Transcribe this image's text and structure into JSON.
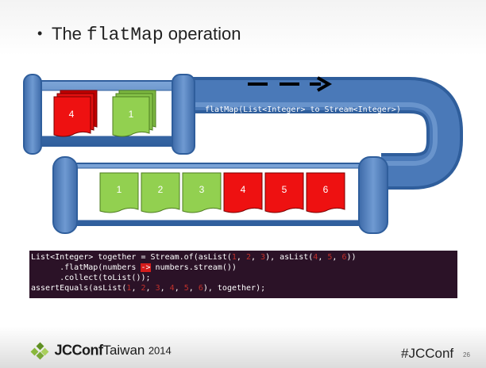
{
  "slide": {
    "bullet": "•",
    "title_prefix": "The ",
    "title_code": "flatMap",
    "title_suffix": " operation"
  },
  "pipeline": {
    "label": "flatMap(List<Integer> to Stream<Integer>)",
    "input_cards": [
      "4",
      "1"
    ],
    "output_cards": [
      "1",
      "2",
      "3",
      "4",
      "5",
      "6"
    ],
    "colors": {
      "pipe": "#4a79b8",
      "pipe_dark": "#2f5e9c",
      "pipe_light": "#7ea6d8",
      "red": "#ee1111",
      "green": "#92d050"
    }
  },
  "code": {
    "line1": {
      "a": "List<Integer> together = Stream.of(asList(",
      "n1": "1",
      "s1": ", ",
      "n2": "2",
      "s2": ", ",
      "n3": "3",
      "s3": "), asList(",
      "n4": "4",
      "s4": ", ",
      "n5": "5",
      "s5": ", ",
      "n6": "6",
      "end": "))"
    },
    "line2": {
      "a": "      .flatMap(numbers ",
      "arrow": "->",
      "b": " numbers.stream())"
    },
    "line3": {
      "a": "      .collect(toList());"
    },
    "line4": {
      "a": "assertEquals(asList(",
      "n1": "1",
      "s1": ", ",
      "n2": "2",
      "s2": ", ",
      "n3": "3",
      "s3": ", ",
      "n4": "4",
      "s4": ", ",
      "n5": "5",
      "s5": ", ",
      "n6": "6",
      "end": "), together);"
    }
  },
  "footer": {
    "logo_main": "JCConf",
    "logo_region": "Taiwan",
    "logo_year": "2014",
    "hashtag": "#JCConf",
    "page_number": "26"
  }
}
